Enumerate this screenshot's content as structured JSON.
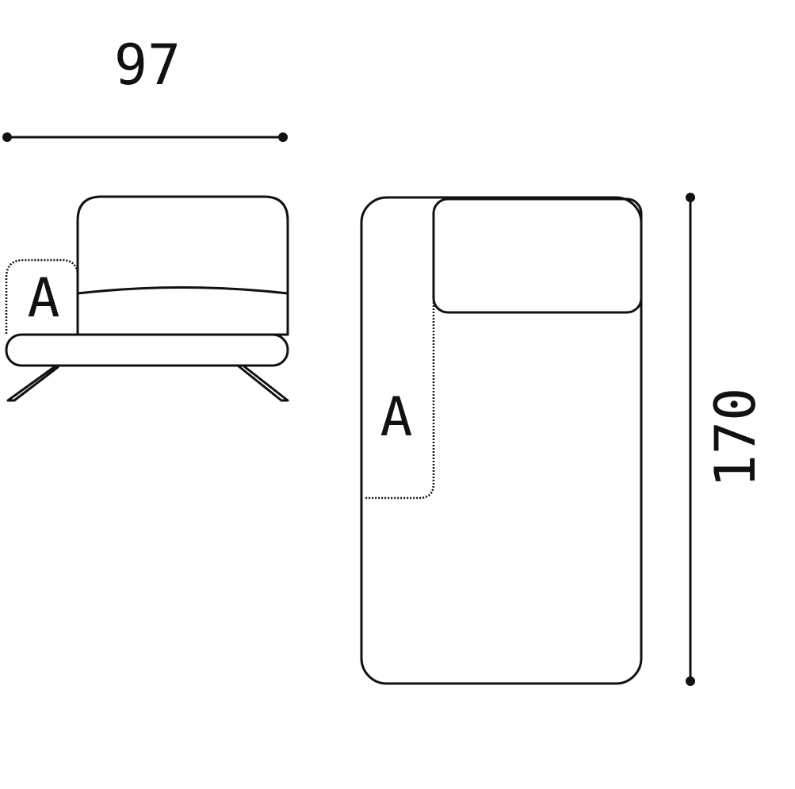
{
  "dimensions": {
    "width_label": "97",
    "depth_label": "170"
  },
  "module": {
    "side_view_label": "A",
    "top_view_label": "A"
  },
  "colors": {
    "line": "#111111",
    "background": "#ffffff"
  }
}
